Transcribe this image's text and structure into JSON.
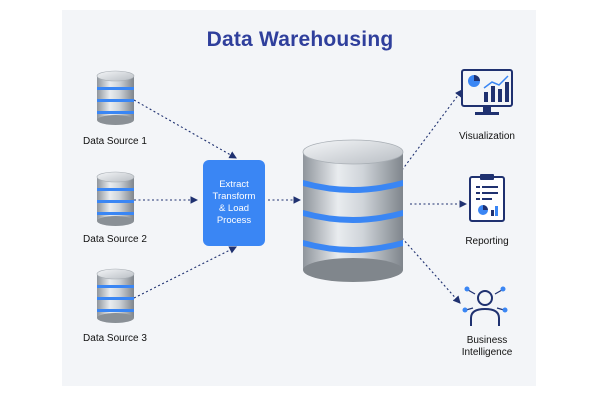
{
  "title": "Data Warehousing",
  "sources": [
    {
      "label": "Data Source 1",
      "icon": "database-icon"
    },
    {
      "label": "Data Source 2",
      "icon": "database-icon"
    },
    {
      "label": "Data Source 3",
      "icon": "database-icon"
    }
  ],
  "etl": {
    "label": "Extract\nTransform\n& Load\nProcess"
  },
  "warehouse": {
    "icon": "data-warehouse-icon"
  },
  "outputs": [
    {
      "label": "Visualization",
      "icon": "monitor-chart-icon"
    },
    {
      "label": "Reporting",
      "icon": "clipboard-report-icon"
    },
    {
      "label": "Business\nIntelligence",
      "icon": "user-network-icon"
    }
  ],
  "colors": {
    "title": "#2f3f9c",
    "accent_blue": "#3a86f4",
    "db_silver": "#c8cdd3",
    "icon_navy": "#1f3170",
    "arrow": "#1f3170",
    "background": "#f3f5f8"
  }
}
